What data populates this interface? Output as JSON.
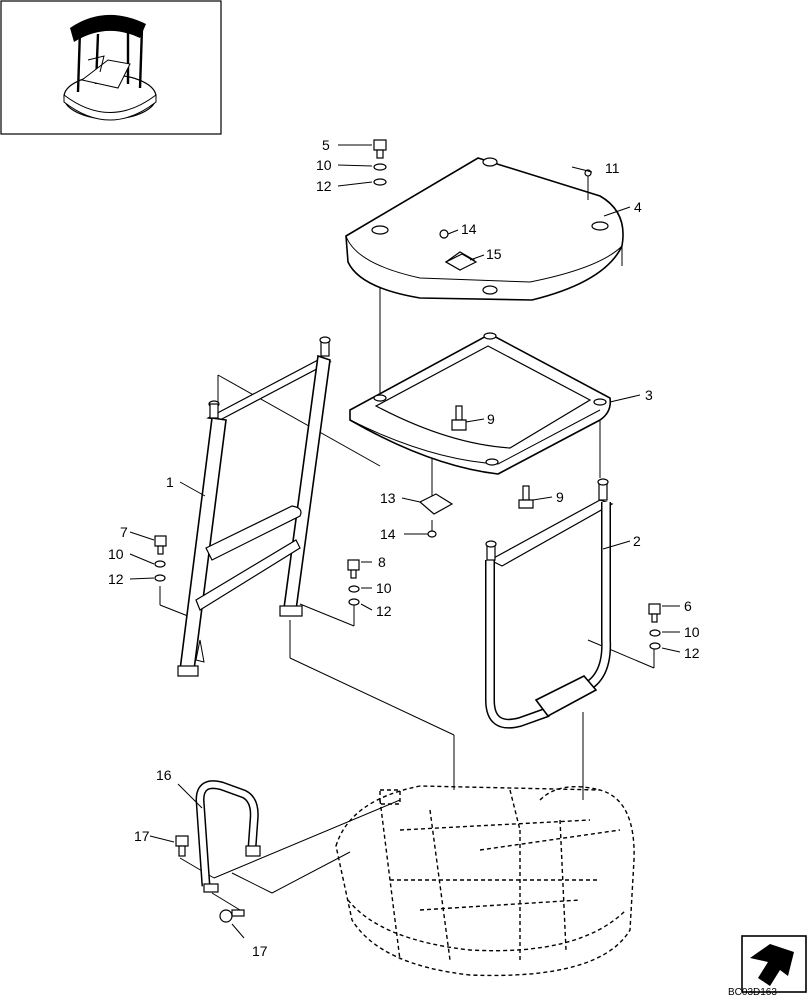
{
  "diagram": {
    "drawing_code": "BC03D163",
    "callouts": [
      "1",
      "2",
      "3",
      "4",
      "5",
      "6",
      "7",
      "8",
      "9",
      "10",
      "11",
      "12",
      "13",
      "14",
      "15",
      "16",
      "17"
    ],
    "icons": {
      "thumbnail": "machine-canopy-thumbnail",
      "nav_arrow": "navigation-arrow-icon"
    }
  }
}
